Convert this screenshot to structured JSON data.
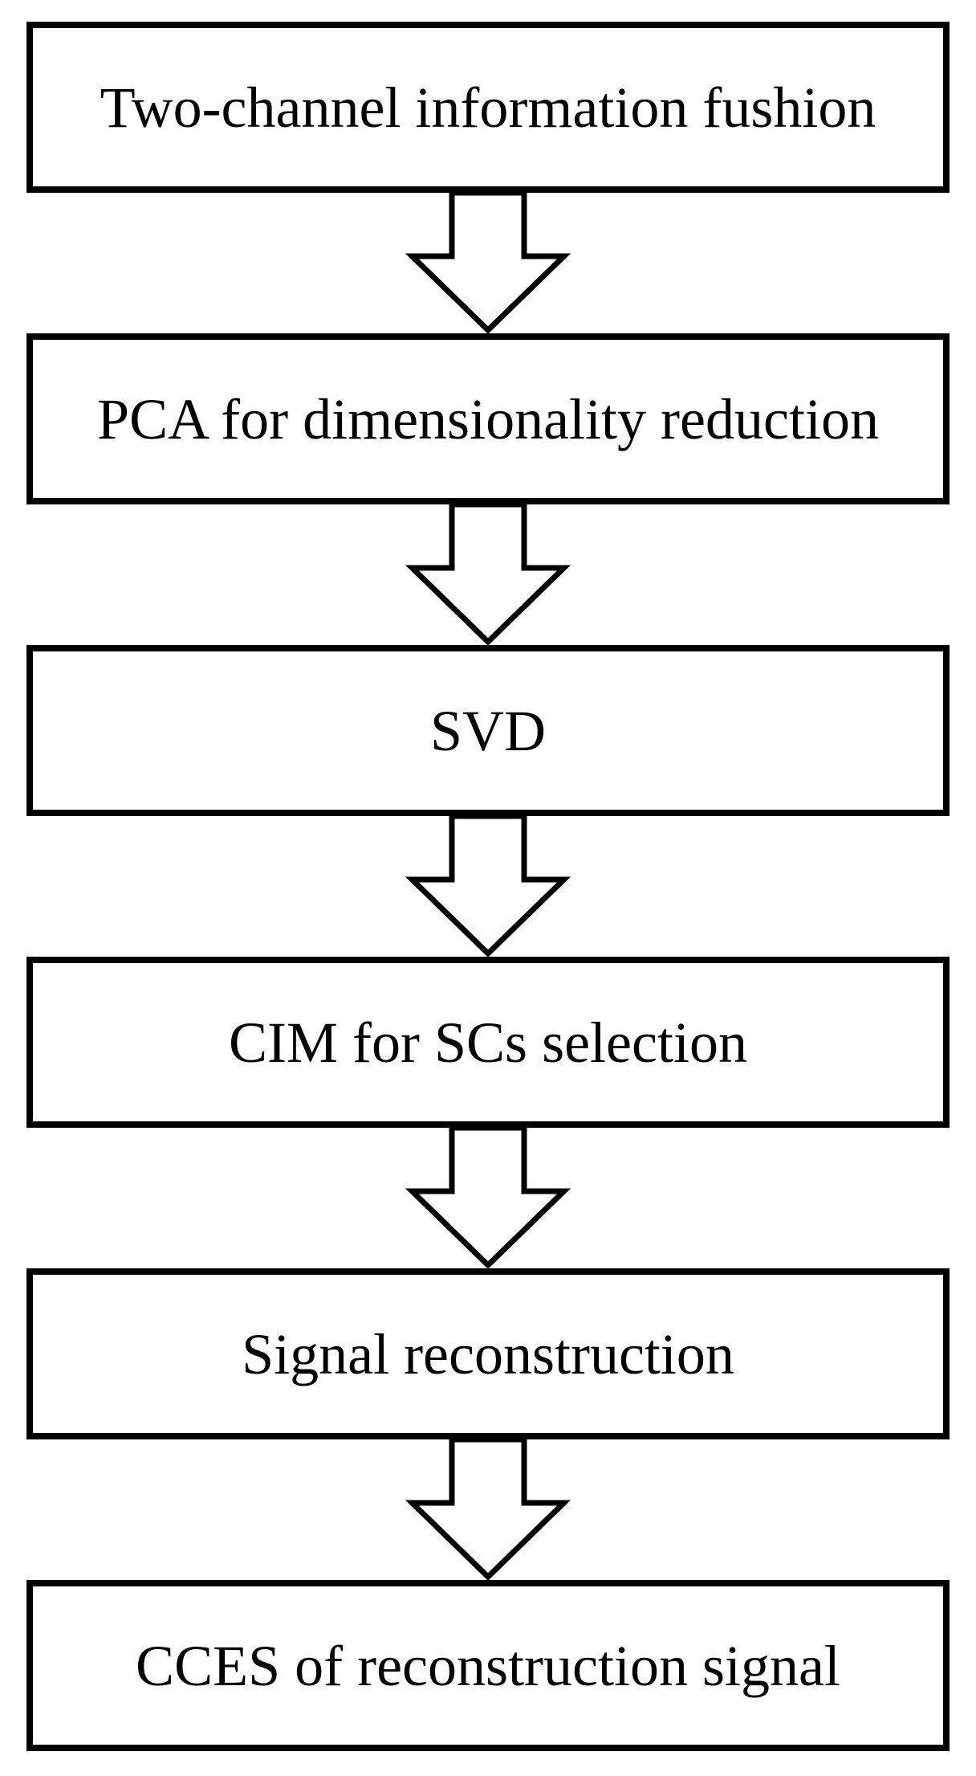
{
  "figure": {
    "type": "flowchart",
    "direction": "top-to-bottom",
    "steps": [
      {
        "label": "Two-channel information fushion"
      },
      {
        "label": "PCA for dimensionality reduction"
      },
      {
        "label": "SVD"
      },
      {
        "label": "CIM for SCs selection"
      },
      {
        "label": "Signal reconstruction"
      },
      {
        "label": "CCES of reconstruction signal"
      }
    ],
    "connector": "block-down-arrow",
    "colors": {
      "background": "#ffffff",
      "box_border": "#000000",
      "box_fill": "#ffffff",
      "arrow_stroke": "#000000",
      "arrow_fill": "#ffffff",
      "text": "#000000"
    }
  }
}
